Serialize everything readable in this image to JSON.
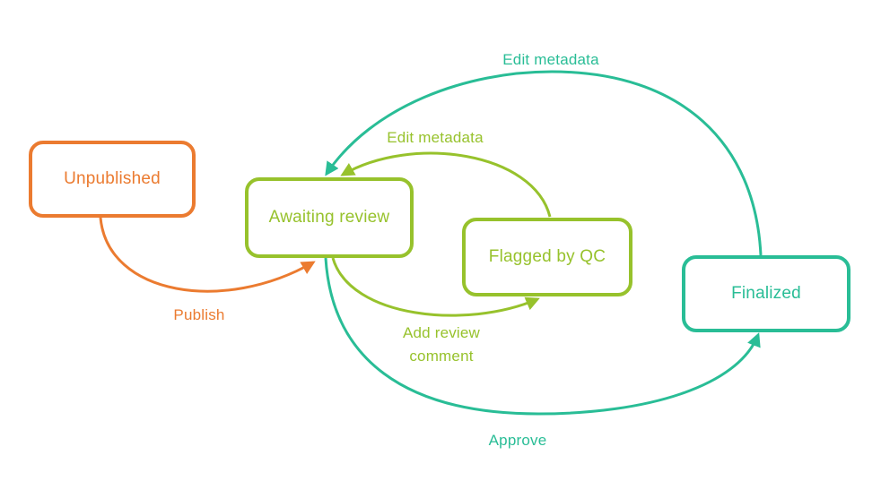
{
  "diagram": {
    "type": "state-diagram",
    "background": "#FFFFFF",
    "colors": {
      "orange": "#EB7B30",
      "green": "#97C22C",
      "teal": "#29BD96"
    },
    "states": [
      {
        "id": "unpublished",
        "label": "Unpublished",
        "color": "#EB7B30"
      },
      {
        "id": "awaiting-review",
        "label": "Awaiting review",
        "color": "#97C22C"
      },
      {
        "id": "flagged-by-qc",
        "label": "Flagged by QC",
        "color": "#97C22C"
      },
      {
        "id": "finalized",
        "label": "Finalized",
        "color": "#29BD96"
      }
    ],
    "transitions": [
      {
        "from": "Unpublished",
        "to": "Awaiting review",
        "label": "Publish",
        "color": "#EB7B30"
      },
      {
        "from": "Awaiting review",
        "to": "Flagged by QC",
        "label": "Add review comment",
        "color": "#97C22C"
      },
      {
        "from": "Flagged by QC",
        "to": "Awaiting review",
        "label": "Edit metadata",
        "color": "#97C22C"
      },
      {
        "from": "Awaiting review",
        "to": "Finalized",
        "label": "Approve",
        "color": "#29BD96"
      },
      {
        "from": "Finalized",
        "to": "Awaiting review",
        "label": "Edit metadata",
        "color": "#29BD96"
      }
    ]
  }
}
